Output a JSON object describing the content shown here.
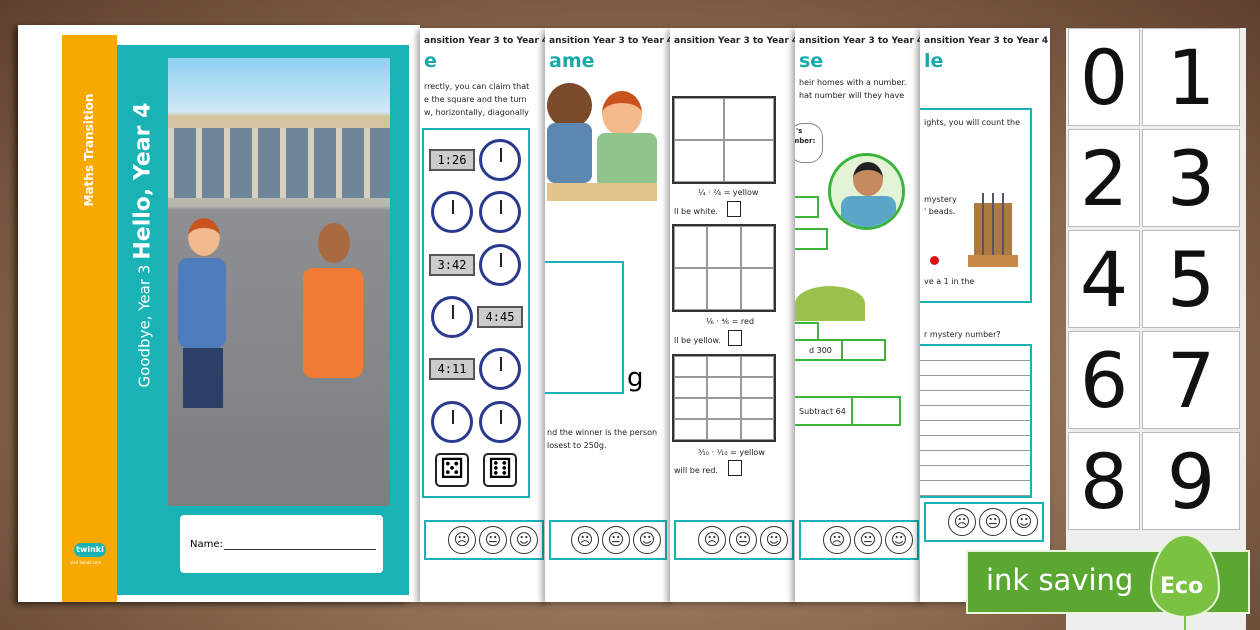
{
  "cover": {
    "spine_label": "Maths Transition",
    "title_line1": "Goodbye, Year 3",
    "title_line2": "Hello, Year 4",
    "name_label": "Name:",
    "logo": "twinkl",
    "logo_url_text": "visit twinkl.com",
    "colors": {
      "orange": "#f7a900",
      "teal": "#19b2b5"
    }
  },
  "pages": [
    {
      "header": "ansition Year 3 to Year 4",
      "title": "e",
      "lines": [
        "rrectly, you can claim that",
        "e the square and the turn",
        "w, horizontally, diagonally"
      ],
      "clocks": [
        "1:26",
        "",
        "",
        "",
        "3:42",
        "",
        "",
        "4:45",
        "4:11",
        "",
        "",
        ""
      ]
    },
    {
      "header": "ansition Year 3 to Year 4",
      "title": "ame",
      "unit": "g",
      "lines": [
        "nd the winner is the person",
        "losest to 250g."
      ]
    },
    {
      "header": "ansition Year 3 to Year 4",
      "title": "",
      "lines": [
        "¼ · ²⁄₄ = yellow",
        "ll be white.",
        "⅙ · ⁴⁄₆ = red",
        "ll be yellow.",
        "³⁄₁₀ · ¹⁄₁₀ = yellow",
        "will be red."
      ]
    },
    {
      "header": "ansition Year 3 to Year 4",
      "title": "se",
      "lines": [
        "heir homes with a number.",
        "hat number will they have"
      ],
      "bubble": [
        "'s",
        "mber:"
      ],
      "steps": [
        "d 300",
        "Subtract 64"
      ]
    },
    {
      "header": "ansition Year 3 to Year 4",
      "title": "le",
      "lines": [
        "ights, you will count the",
        "mystery",
        "' beads.",
        "ve a 1 in the",
        "r mystery number?"
      ]
    }
  ],
  "number_cards": [
    "0",
    "1",
    "2",
    "3",
    "4",
    "5",
    "6",
    "7",
    "8",
    "9"
  ],
  "badge": {
    "text": "ink saving",
    "leaf": "Eco",
    "color": "#5aa832"
  }
}
